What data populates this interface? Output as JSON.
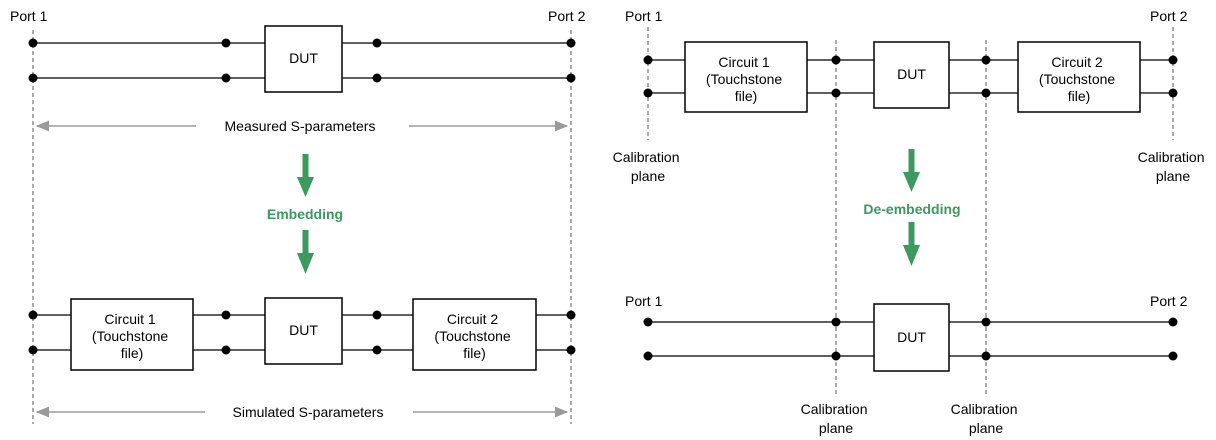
{
  "colors": {
    "line": "#000000",
    "plane_dash": "#8f8f8f",
    "measure_arrow": "#9a9a9a",
    "flow_arrow": "#3c9a5f",
    "box_fill": "#ffffff"
  },
  "embedding": {
    "top": {
      "port1": "Port 1",
      "port2": "Port 2",
      "dut": "DUT",
      "measured": "Measured S-parameters"
    },
    "flow_label": "Embedding",
    "bottom": {
      "circuit1": [
        "Circuit 1",
        "(Touchstone",
        "file)"
      ],
      "circuit2": [
        "Circuit 2",
        "(Touchstone",
        "file)"
      ],
      "dut": "DUT",
      "simulated": "Simulated S-parameters"
    }
  },
  "deembedding": {
    "top": {
      "port1": "Port 1",
      "port2": "Port 2",
      "circuit1": [
        "Circuit 1",
        "(Touchstone",
        "file)"
      ],
      "dut": "DUT",
      "circuit2": [
        "Circuit 2",
        "(Touchstone",
        "file)"
      ],
      "calib_left": [
        "Calibration",
        "plane"
      ],
      "calib_right": [
        "Calibration",
        "plane"
      ]
    },
    "flow_label": "De-embedding",
    "bottom": {
      "port1": "Port 1",
      "port2": "Port 2",
      "dut": "DUT",
      "calib_left": [
        "Calibration",
        "plane"
      ],
      "calib_right": [
        "Calibration",
        "plane"
      ]
    }
  }
}
